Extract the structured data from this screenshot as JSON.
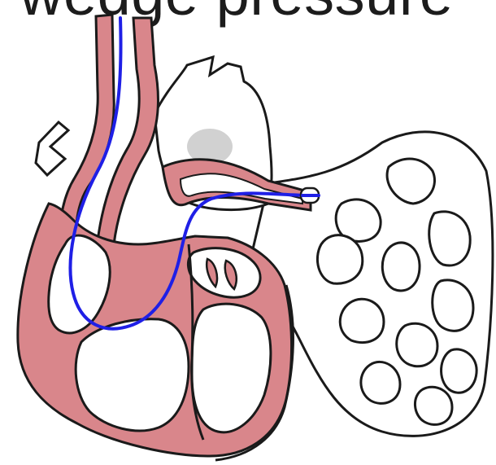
{
  "caption": {
    "text": "wedge pressure"
  },
  "colors": {
    "tissue": "#d9868b",
    "outline": "#1a1a1a",
    "catheter": "#1f1fe6",
    "balloon_shadow": "#c9c9c9",
    "background": "#ffffff"
  },
  "icons": {
    "heart": "heart-illustration",
    "lung": "lung-tissue",
    "catheter": "catheter-line"
  }
}
